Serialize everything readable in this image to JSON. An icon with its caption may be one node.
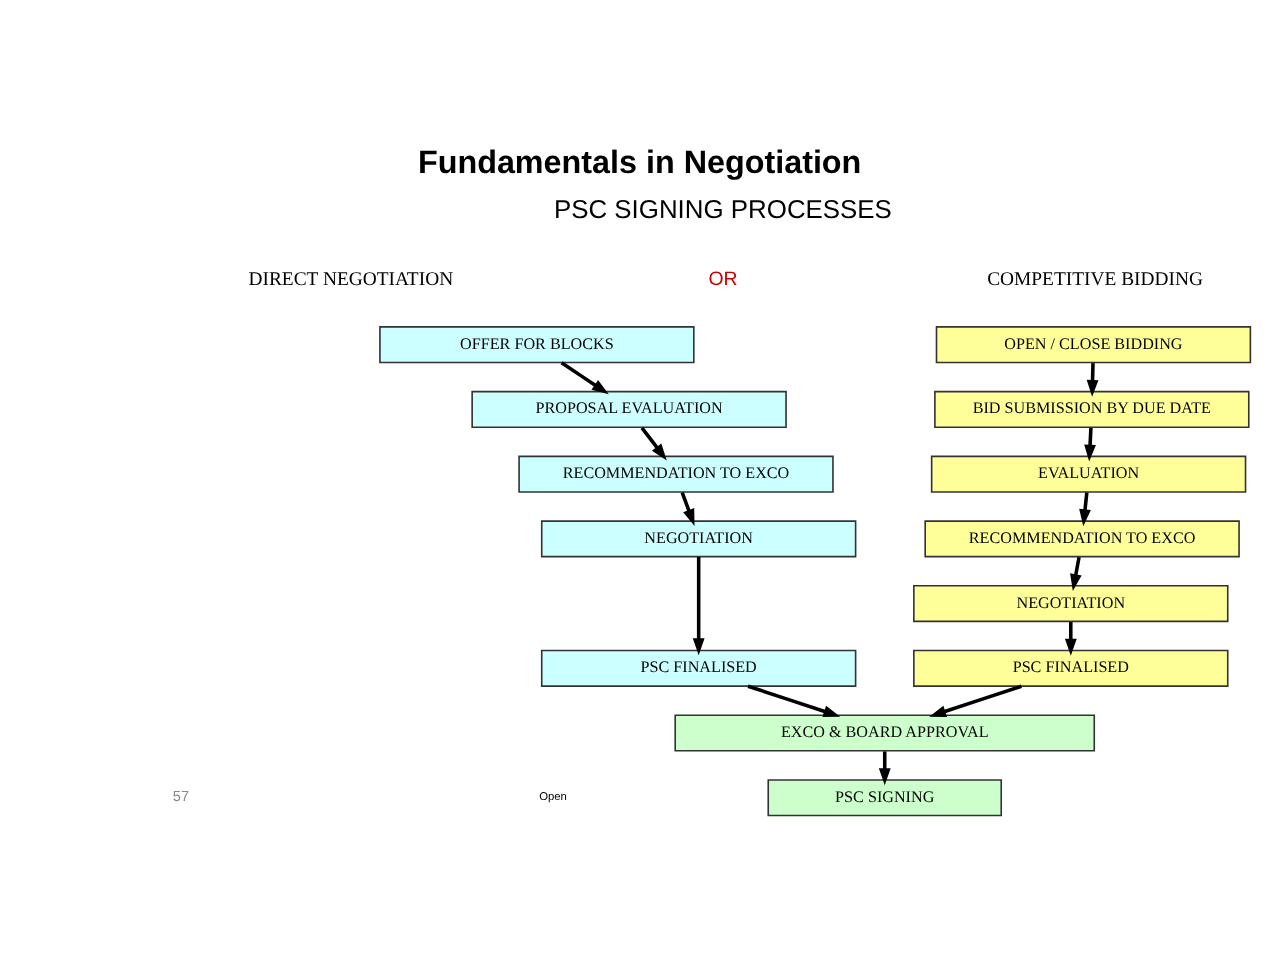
{
  "diagram": {
    "title": "Fundamentals in Negotiation",
    "nodes": [
      {
        "text": [
          "OFFER FOR BLOCKS"
        ]
      },
      {
        "text": [
          "PROPOSAL EVALUATION"
        ]
      },
      {
        "text": [
          "RECOMMENDATION TO EXCO"
        ]
      },
      {
        "text": [
          "NEGOTIATION"
        ]
      },
      {
        "text": [
          "PSC FINALISED"
        ]
      },
      {
        "text": [
          "OPEN / CLOSE BIDDING"
        ]
      },
      {
        "text": [
          "BID SUBMISSION BY DUE DATE"
        ]
      },
      {
        "text": [
          "EVALUATION"
        ]
      },
      {
        "text": [
          "RECOMMENDATION TO EXCO"
        ]
      },
      {
        "text": [
          "NEGOTIATION"
        ]
      },
      {
        "text": [
          "PSC FINALISED"
        ]
      },
      {
        "text": [
          "EXCO & BOARD APPROVAL"
        ]
      },
      {
        "text": [
          "PSC SIGNING"
        ]
      }
    ],
    "edges": [
      {
        "from": 0,
        "to": 1,
        "arrow": "to"
      },
      {
        "from": 1,
        "to": 2,
        "arrow": "to"
      },
      {
        "from": 2,
        "to": 3,
        "arrow": "to"
      },
      {
        "from": 3,
        "to": 4,
        "arrow": "to"
      },
      {
        "from": 5,
        "to": 6,
        "arrow": "to"
      },
      {
        "from": 6,
        "to": 7,
        "arrow": "to"
      },
      {
        "from": 7,
        "to": 8,
        "arrow": "to"
      },
      {
        "from": 8,
        "to": 9,
        "arrow": "to"
      },
      {
        "from": 9,
        "to": 10,
        "arrow": "to"
      },
      {
        "from": 4,
        "to": 11,
        "arrow": "to"
      },
      {
        "from": 10,
        "to": 11,
        "arrow": "to"
      },
      {
        "from": 11,
        "to": 12,
        "arrow": "to"
      }
    ],
    "labels": [
      "PSC SIGNING PROCESSES",
      "DIRECT NEGOTIATION",
      "OR",
      "COMPETITIVE BIDDING",
      "Open",
      "57"
    ]
  }
}
